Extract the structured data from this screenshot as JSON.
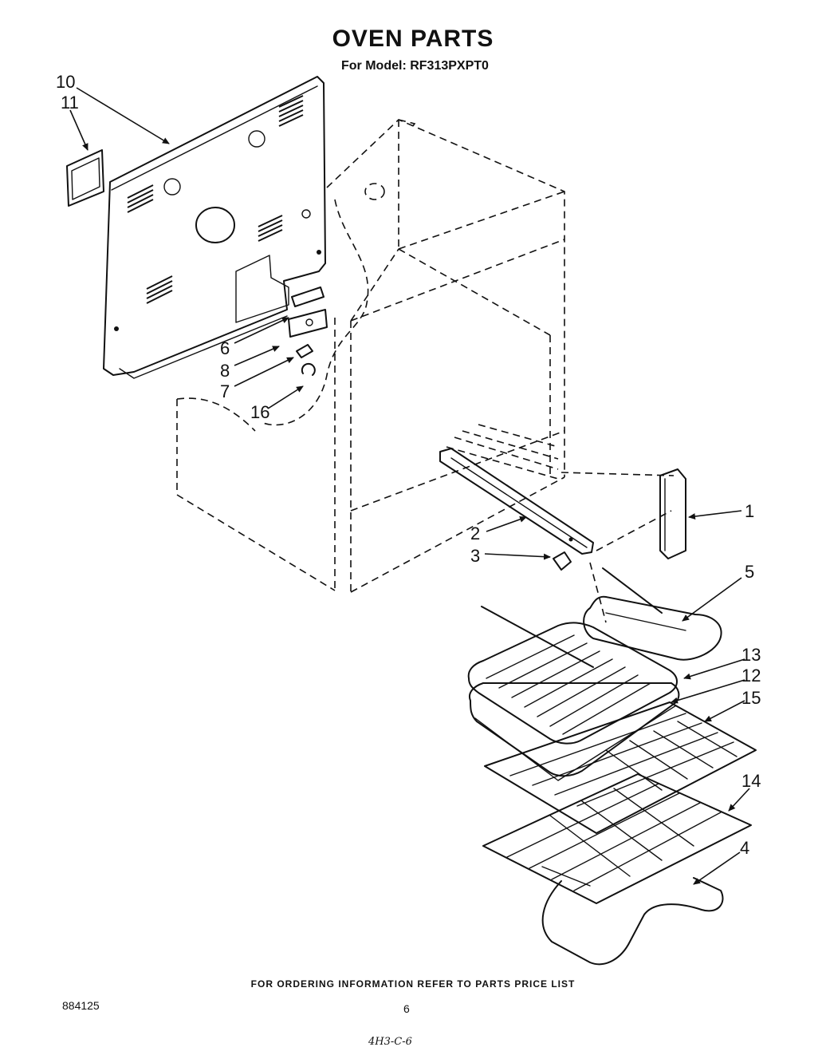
{
  "title": "OVEN PARTS",
  "subtitle": "For Model: RF313PXPT0",
  "footer_note": "FOR ORDERING INFORMATION REFER TO PARTS PRICE LIST",
  "doc_number": "884125",
  "page_number": "6",
  "handwritten_note": "4H3-C-6",
  "callouts": {
    "c10": "10",
    "c11": "11",
    "c6": "6",
    "c8": "8",
    "c7": "7",
    "c16": "16",
    "c1": "1",
    "c2": "2",
    "c3": "3",
    "c5": "5",
    "c13": "13",
    "c12": "12",
    "c15": "15",
    "c14": "14",
    "c4": "4"
  }
}
